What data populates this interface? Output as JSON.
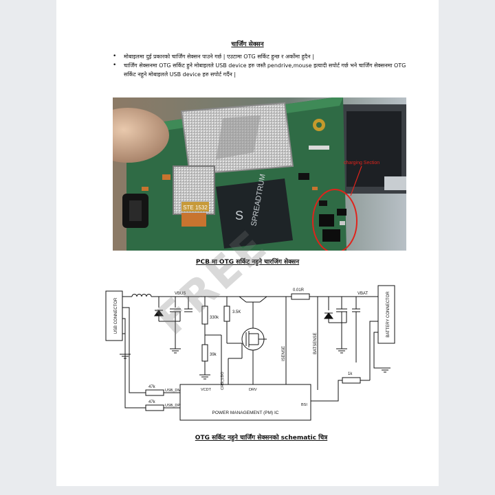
{
  "document": {
    "heading": "चार्जिंग सेक्सन",
    "bullets": [
      "मोबाइलमा दुई प्रकारको चार्जिंग सेक्सन पाउने गर्छ | एउटामा OTG सर्किट हुन्छ र अर्कोमा हुदैन |",
      "चार्जिंग सेक्सनमा OTG सर्किट हुने मोबाइलले USB device हरु जस्तै pendrive,mouse इत्यादी सपोर्ट गर्छ भने चार्जिंग सेक्सनमा OTG सर्किट नहुने मोबाइलले USB device हरु सपोर्ट गर्दैन |"
    ],
    "photo": {
      "annotation": "charging Section",
      "chip_brand": "SPREADTRUM",
      "chip_label": "STE 1532"
    },
    "photo_caption": "PCB मा OTG सर्किट नहुने चारजिंग सेक्सन",
    "schematic": {
      "usb_connector": "USB CONNECTOR",
      "battery_connector": "BATTERY CONNECTOR",
      "vbus": "VBUS",
      "vbat": "VBAT",
      "r_sense": "0.01R",
      "r_3_5k": "3.5K",
      "r_330k": "330k",
      "r_39k": "39k",
      "r_47k_a": "47k",
      "r_47k_b": "47k",
      "r_1k": "1k",
      "isense": "ISENSE",
      "batsense": "BATSENSE",
      "vcdt": "VCDT",
      "chrg_ldo": "CRG_LDO",
      "drv": "DRV",
      "usb_dm": "USB_DM",
      "usb_dp": "USB_DP",
      "bsi": "BSI",
      "pmic": "POWER MANAGEMENT (PM) IC"
    },
    "schematic_caption": "OTG  सर्किट नहुने चार्जिंग सेक्सनको schematic चित्र",
    "watermark": "FREE"
  },
  "colors": {
    "page": "#ffffff",
    "background": "#e9ebee",
    "annotation": "#e0231b",
    "pcb": "#2f6b45"
  }
}
